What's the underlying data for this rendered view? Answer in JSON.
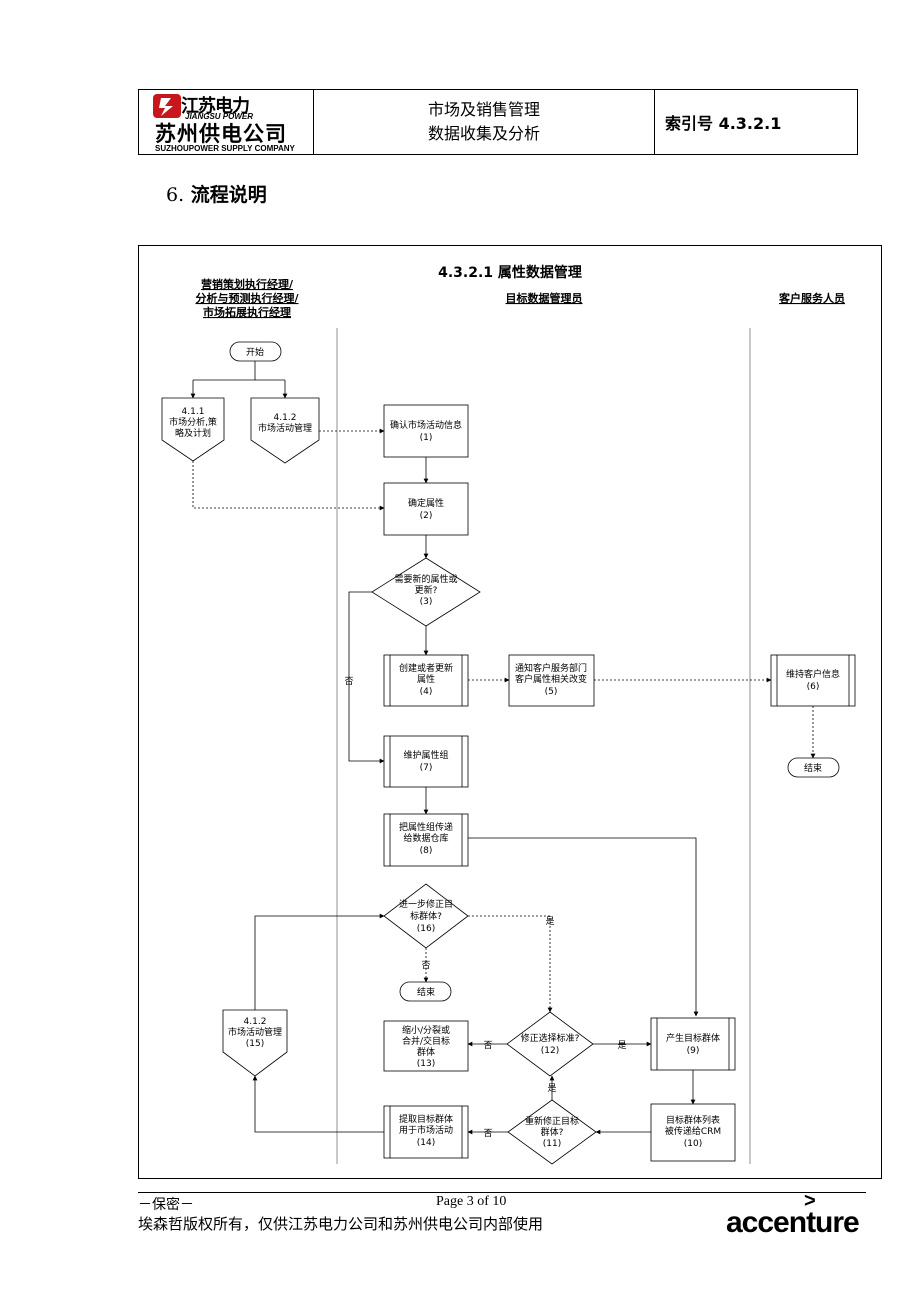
{
  "header": {
    "logo_brand": "江苏电力",
    "logo_brand_en": "JIANGSU POWER",
    "logo_company": "苏州供电公司",
    "logo_company_en": "SUZHOUPOWER SUPPLY COMPANY",
    "title_line1": "市场及销售管理",
    "title_line2": "数据收集及分析",
    "index_label": "索引号 4.3.2.1"
  },
  "section": {
    "number": "6.",
    "title": "流程说明"
  },
  "diagram": {
    "title": "4.3.2.1 属性数据管理",
    "lanes": {
      "lane1_line1": "营销策划执行经理/",
      "lane1_line2": "分析与预测执行经理/",
      "lane1_line3": "市场拓展执行经理",
      "lane2": "目标数据管理员",
      "lane3": "客户服务人员"
    },
    "start": "开始",
    "end1": "结束",
    "end2": "结束",
    "ref_411": {
      "num": "4.1.1",
      "line1": "市场分析,策",
      "line2": "略及计划"
    },
    "ref_412a": {
      "num": "4.1.2",
      "line1": "市场活动管理"
    },
    "ref_412b": {
      "num": "4.1.2",
      "line1": "市场活动管理",
      "line2": "(15)"
    },
    "step1": {
      "line1": "确认市场活动信息",
      "id": "(1)"
    },
    "step2": {
      "line1": "确定属性",
      "id": "(2)"
    },
    "decision3": {
      "line1": "需要新的属性或",
      "line2": "更新?",
      "id": "(3)"
    },
    "step4": {
      "line1": "创建或者更新",
      "line2": "属性",
      "id": "(4)"
    },
    "step5": {
      "line1": "通知客户服务部门",
      "line2": "客户属性相关改变",
      "id": "(5)"
    },
    "step6": {
      "line1": "维持客户信息",
      "id": "(6)"
    },
    "step7": {
      "line1": "维护属性组",
      "id": "(7)"
    },
    "step8": {
      "line1": "把属性组传递",
      "line2": "给数据仓库",
      "id": "(8)"
    },
    "step9": {
      "line1": "产生目标群体",
      "id": "(9)"
    },
    "step10": {
      "line1": "目标群体列表",
      "line2": "被传递给CRM",
      "id": "(10)"
    },
    "decision11": {
      "line1": "重新修正目标",
      "line2": "群体?",
      "id": "(11)"
    },
    "decision12": {
      "line1": "修正选择标准?",
      "id": "(12)"
    },
    "step13": {
      "line1": "缩小/分裂或",
      "line2": "合并/交目标",
      "line3": "群体",
      "id": "(13)"
    },
    "step14": {
      "line1": "提取目标群体",
      "line2": "用于市场活动",
      "id": "(14)"
    },
    "decision16": {
      "line1": "进一步修正目",
      "line2": "标群体?",
      "id": "(16)"
    },
    "labels": {
      "no": "否",
      "yes": "是"
    }
  },
  "footer": {
    "confidential": "－保密－",
    "page": "Page 3 of 10",
    "copyright": "埃森哲版权所有，仅供江苏电力公司和苏州供电公司内部使用",
    "brand": "accenture",
    "brand_mark": ">"
  }
}
